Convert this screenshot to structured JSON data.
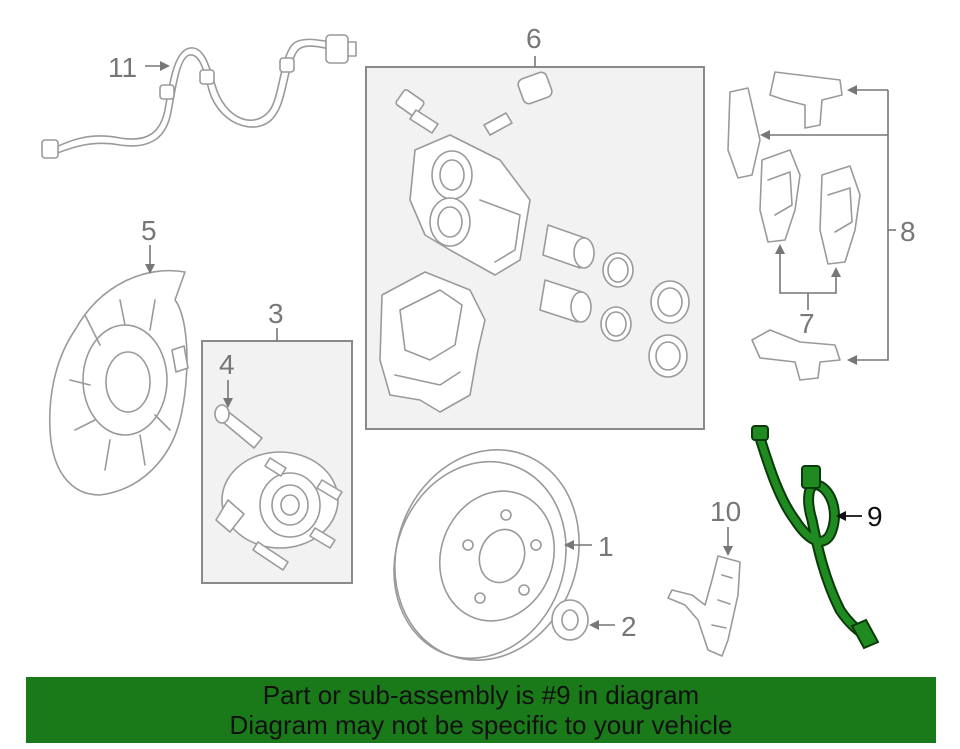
{
  "callouts": {
    "c1": "1",
    "c2": "2",
    "c3": "3",
    "c4": "4",
    "c5": "5",
    "c6": "6",
    "c7": "7",
    "c8": "8",
    "c9": "9",
    "c10": "10",
    "c11": "11"
  },
  "highlight": {
    "part_number": "9",
    "color": "#1f8a1f"
  },
  "banner": {
    "line1": "Part or sub-assembly is #9 in diagram",
    "line2": "Diagram may not be specific to your vehicle",
    "background": "#1a7a1a"
  }
}
